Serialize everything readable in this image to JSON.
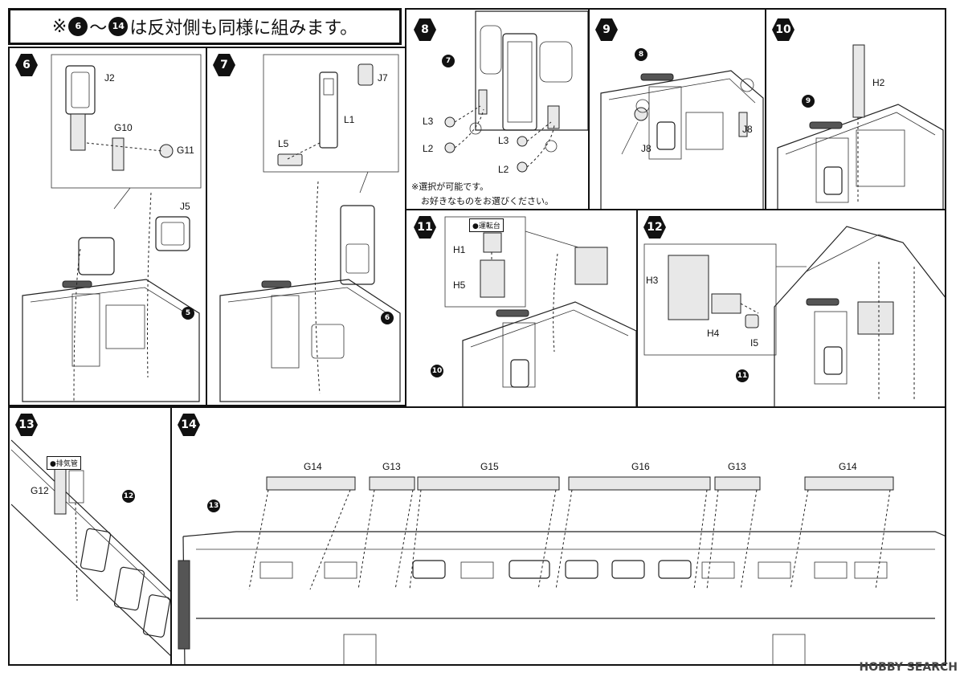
{
  "header": {
    "prefix": "※",
    "from_step": "6",
    "tilde": "〜",
    "to_step": "14",
    "text": "は反対側も同様に組みます。"
  },
  "steps": {
    "s6": {
      "number": "6",
      "parts": [
        "J2",
        "G10",
        "G11",
        "J5"
      ],
      "ref": "5"
    },
    "s7": {
      "number": "7",
      "parts": [
        "J7",
        "L1",
        "L5"
      ],
      "ref": "6"
    },
    "s8": {
      "number": "8",
      "parts": [
        "L3",
        "L2",
        "L3",
        "L2"
      ],
      "ref": "7",
      "note_line1": "※選択が可能です。",
      "note_line2": "お好きなものをお選びください。"
    },
    "s9": {
      "number": "9",
      "parts": [
        "J8",
        "J8"
      ],
      "ref": "8"
    },
    "s10": {
      "number": "10",
      "parts": [
        "H2"
      ],
      "ref": "9"
    },
    "s11": {
      "number": "11",
      "tag": "●運転台",
      "parts": [
        "H1",
        "H5"
      ],
      "ref": "10"
    },
    "s12": {
      "number": "12",
      "parts": [
        "H3",
        "H4",
        "I5"
      ],
      "ref": "11"
    },
    "s13": {
      "number": "13",
      "tag": "●排気管",
      "parts": [
        "G12"
      ],
      "ref": "12"
    },
    "s14": {
      "number": "14",
      "parts": [
        "G14",
        "G13",
        "G15",
        "G16",
        "G13",
        "G14"
      ],
      "ref": "13"
    }
  },
  "watermark": "HOBBY SEARCH"
}
